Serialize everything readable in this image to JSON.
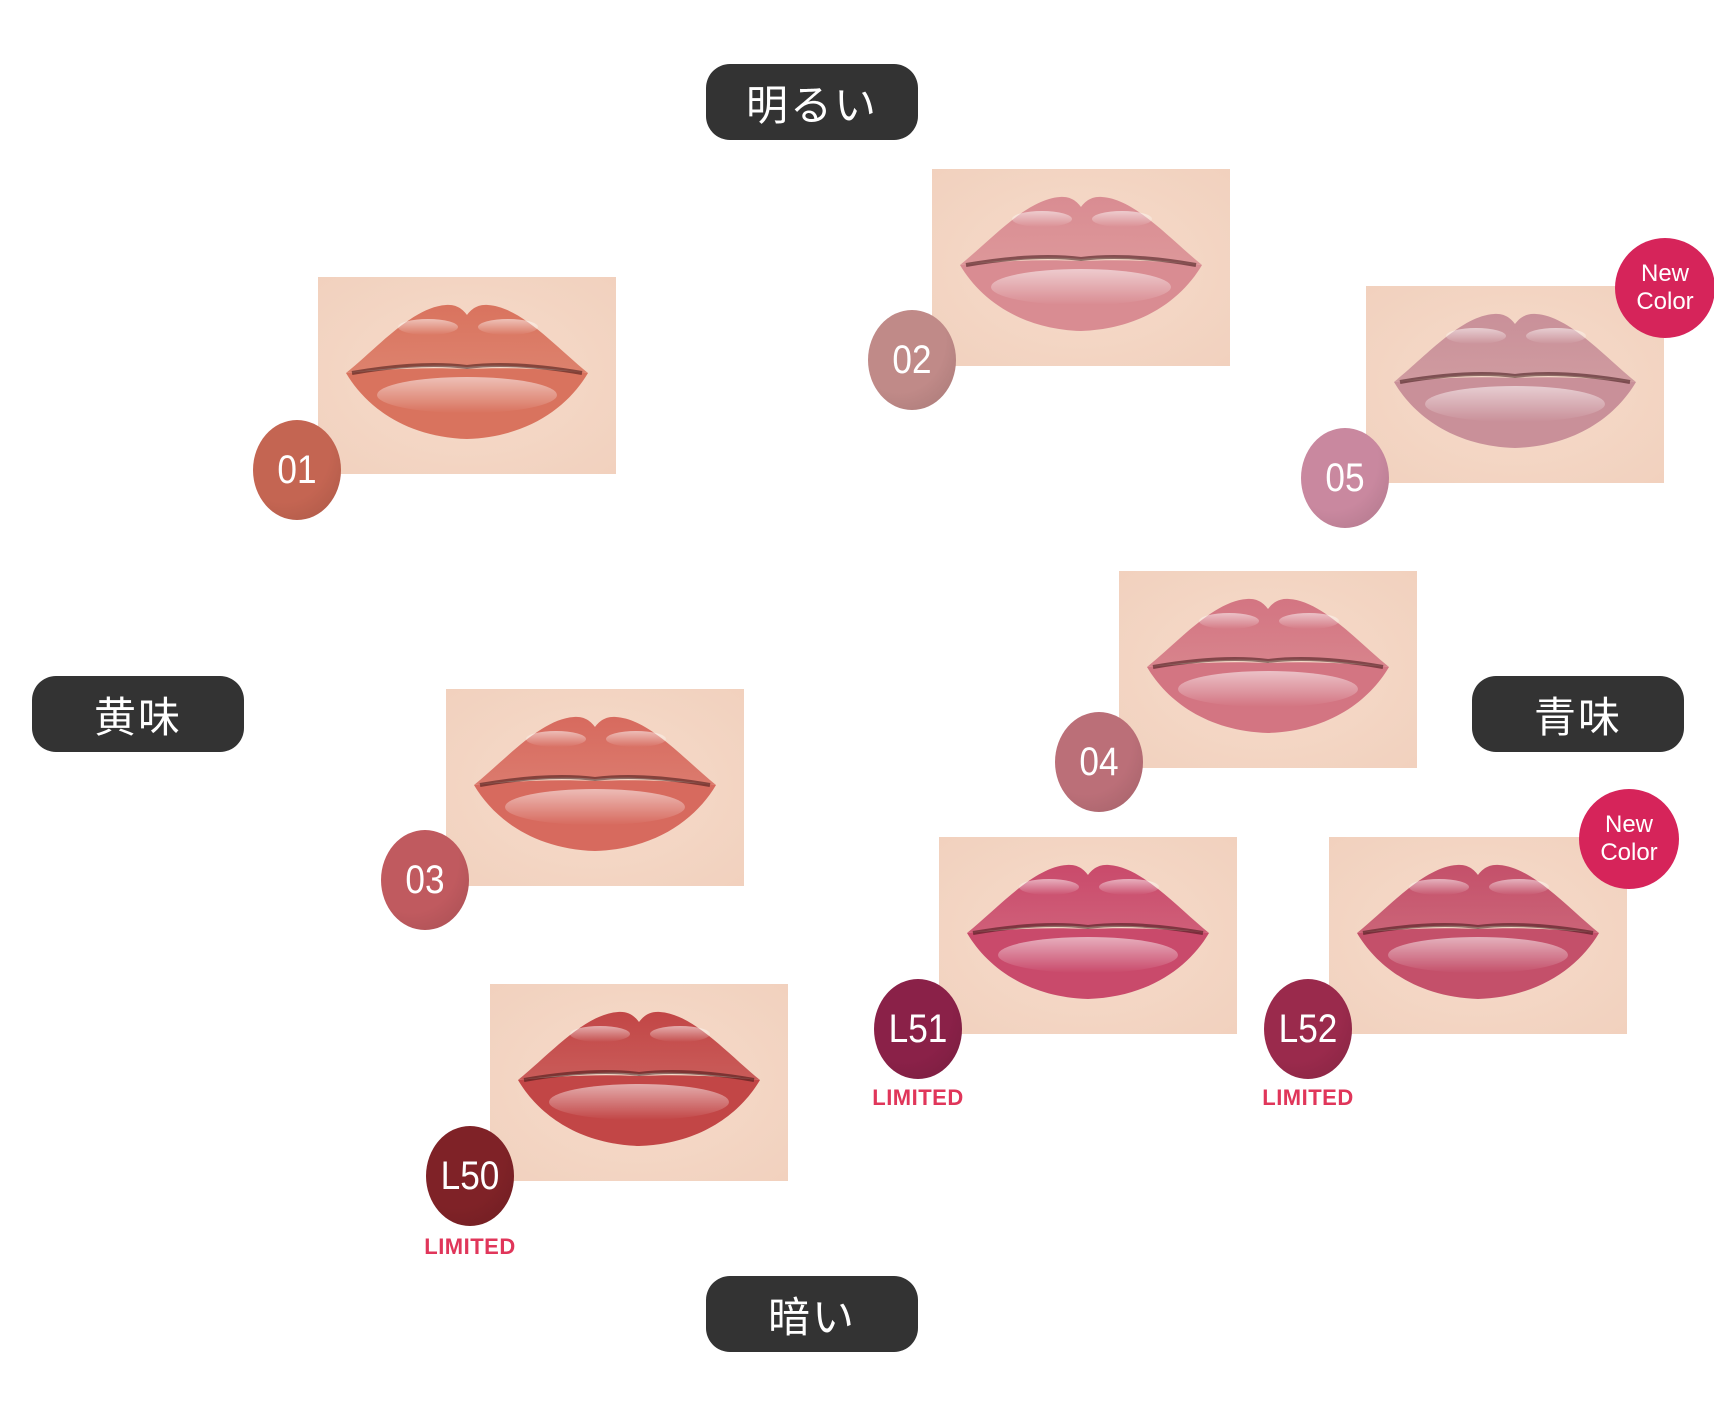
{
  "axes": {
    "top": "明るい",
    "bottom": "暗い",
    "left": "黄味",
    "right": "青味"
  },
  "shades": [
    {
      "code": "01",
      "badge_color": "#c46552",
      "lip_color": "#d9735e",
      "limited": "",
      "new_line1": "",
      "new_line2": ""
    },
    {
      "code": "02",
      "badge_color": "#c08a88",
      "lip_color": "#d98c92",
      "limited": "",
      "new_line1": "",
      "new_line2": ""
    },
    {
      "code": "05",
      "badge_color": "#c9889f",
      "lip_color": "#c99099",
      "limited": "",
      "new_line1": "New",
      "new_line2": "Color"
    },
    {
      "code": "04",
      "badge_color": "#bb6f78",
      "lip_color": "#d37582",
      "limited": "",
      "new_line1": "",
      "new_line2": ""
    },
    {
      "code": "03",
      "badge_color": "#c05a5f",
      "lip_color": "#d76a5e",
      "limited": "",
      "new_line1": "",
      "new_line2": ""
    },
    {
      "code": "L51",
      "badge_color": "#8a2148",
      "lip_color": "#c94a6b",
      "limited": "LIMITED",
      "new_line1": "",
      "new_line2": ""
    },
    {
      "code": "L52",
      "badge_color": "#9a2a4c",
      "lip_color": "#c4506a",
      "limited": "LIMITED",
      "new_line1": "New",
      "new_line2": "Color"
    },
    {
      "code": "L50",
      "badge_color": "#7f2227",
      "lip_color": "#c24646",
      "limited": "LIMITED",
      "new_line1": "",
      "new_line2": ""
    }
  ],
  "colors": {
    "axis_pill": "#333333",
    "limited_text": "#e0365a",
    "new_badge": "#d6245a",
    "skin": "#f1d0bd"
  }
}
